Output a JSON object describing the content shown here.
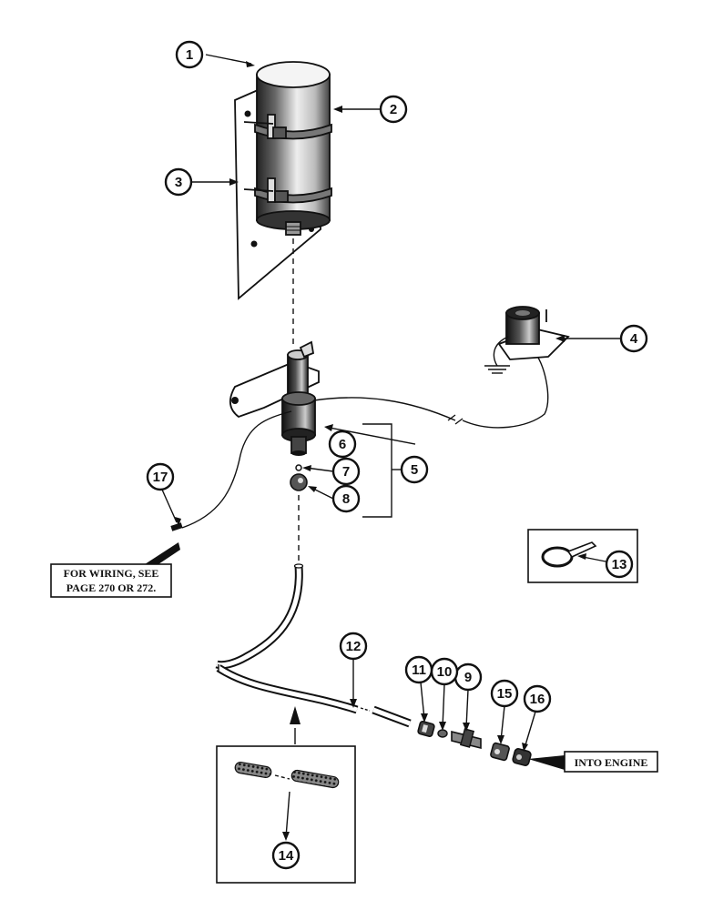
{
  "callouts": {
    "c1": "1",
    "c2": "2",
    "c3": "3",
    "c4": "4",
    "c5": "5",
    "c6": "6",
    "c7": "7",
    "c8": "8",
    "c9": "9",
    "c10": "10",
    "c11": "11",
    "c12": "12",
    "c13": "13",
    "c14": "14",
    "c15": "15",
    "c16": "16",
    "c17": "17"
  },
  "notes": {
    "wiring_line1": "FOR WIRING, SEE",
    "wiring_line2": "PAGE 270 OR 272.",
    "into_engine": "INTO ENGINE"
  }
}
